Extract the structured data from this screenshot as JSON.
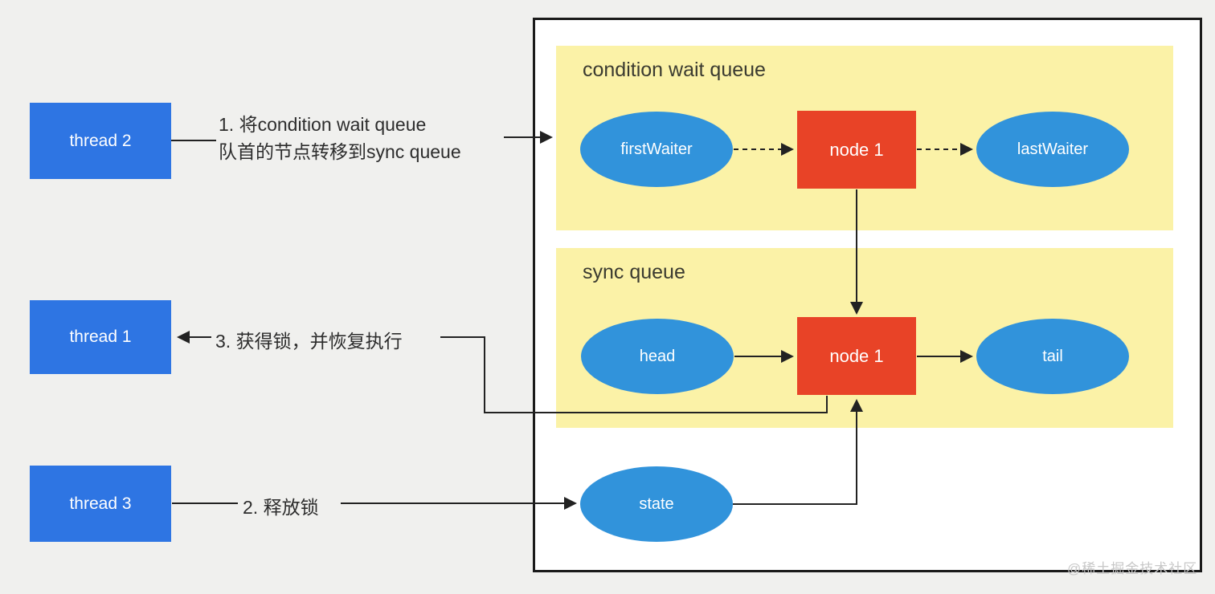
{
  "colors": {
    "background": "#f0f0ee",
    "thread_box": "#2e75e3",
    "ellipse": "#3193db",
    "node": "#e84327",
    "panel_yellow": "#fbf2a7",
    "container_border": "#1a1a1a",
    "line": "#222222",
    "text_dark": "#2d2d2d",
    "title_color": "#3a3a30",
    "watermark": "#c8c8c8"
  },
  "threads": [
    {
      "label": "thread 2"
    },
    {
      "label": "thread 1"
    },
    {
      "label": "thread 3"
    }
  ],
  "annotations": {
    "step1_line1": "1. 将condition wait queue",
    "step1_line2": "队首的节点转移到sync queue",
    "step3": "3. 获得锁，并恢复执行",
    "step2": "2. 释放锁"
  },
  "container": {
    "condition_queue": {
      "title": "condition wait queue",
      "nodes": {
        "first_waiter": "firstWaiter",
        "node1": "node 1",
        "last_waiter": "lastWaiter"
      }
    },
    "sync_queue": {
      "title": "sync queue",
      "nodes": {
        "head": "head",
        "node1": "node 1",
        "tail": "tail"
      }
    },
    "state_label": "state"
  },
  "watermark": "@稀土掘金技术社区"
}
